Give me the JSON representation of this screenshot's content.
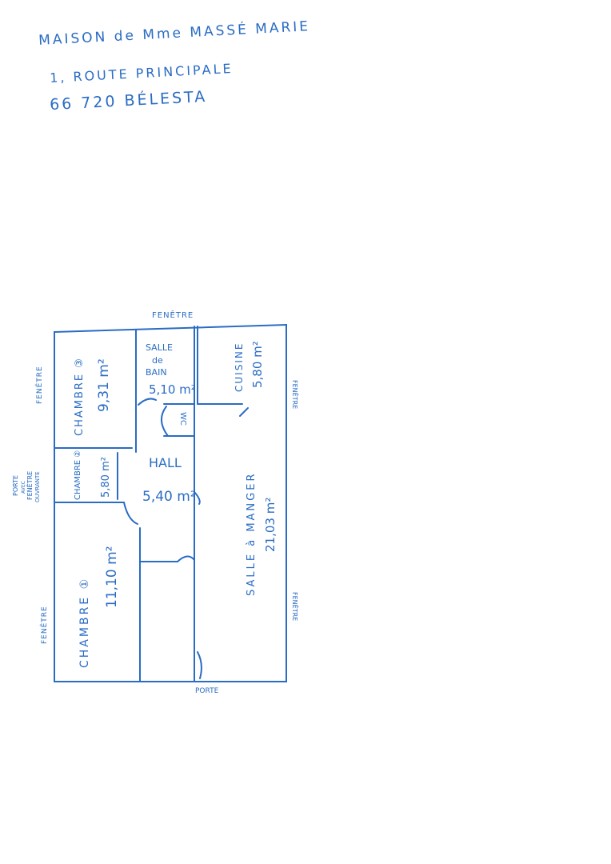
{
  "header": {
    "line1": "MAISON de Mme MASSÉ MARIE",
    "line2": "1, ROUTE PRINCIPALE",
    "line3": "66 720 BÉLESTA"
  },
  "plan": {
    "ink_color": "#2a6cc4",
    "rooms": {
      "chambre3": {
        "name": "CHAMBRE ③",
        "area": "9,31 m²"
      },
      "salle_de_bain": {
        "name1": "SALLE",
        "name2": "de",
        "name3": "BAIN",
        "area": "5,10 m²"
      },
      "cuisine": {
        "name": "CUISINE",
        "area": "5,80 m²"
      },
      "wc": {
        "name": "WC"
      },
      "chambre2": {
        "name": "CHAMBRE ②",
        "area": "5,80 m²"
      },
      "hall": {
        "name": "HALL",
        "area": "5,40 m²"
      },
      "salle_a_manger": {
        "name": "SALLE à MANGER",
        "area": "21,03 m²"
      },
      "chambre1": {
        "name": "CHAMBRE ①",
        "area": "11,10 m²"
      }
    },
    "labels": {
      "fenetre_top": "FENÊTRE",
      "fenetre_left_top": "FENÊTRE",
      "porte_fenetre_1": "PORTE",
      "porte_fenetre_2": "AVEC",
      "porte_fenetre_3": "FENÊTRE",
      "porte_fenetre_4": "OUVRANTE",
      "fenetre_left_bottom": "FENÊTRE",
      "fenetre_right_top": "FENÊTRE",
      "fenetre_right_bottom": "FENÊTRE",
      "porte_bottom": "PORTE"
    }
  }
}
